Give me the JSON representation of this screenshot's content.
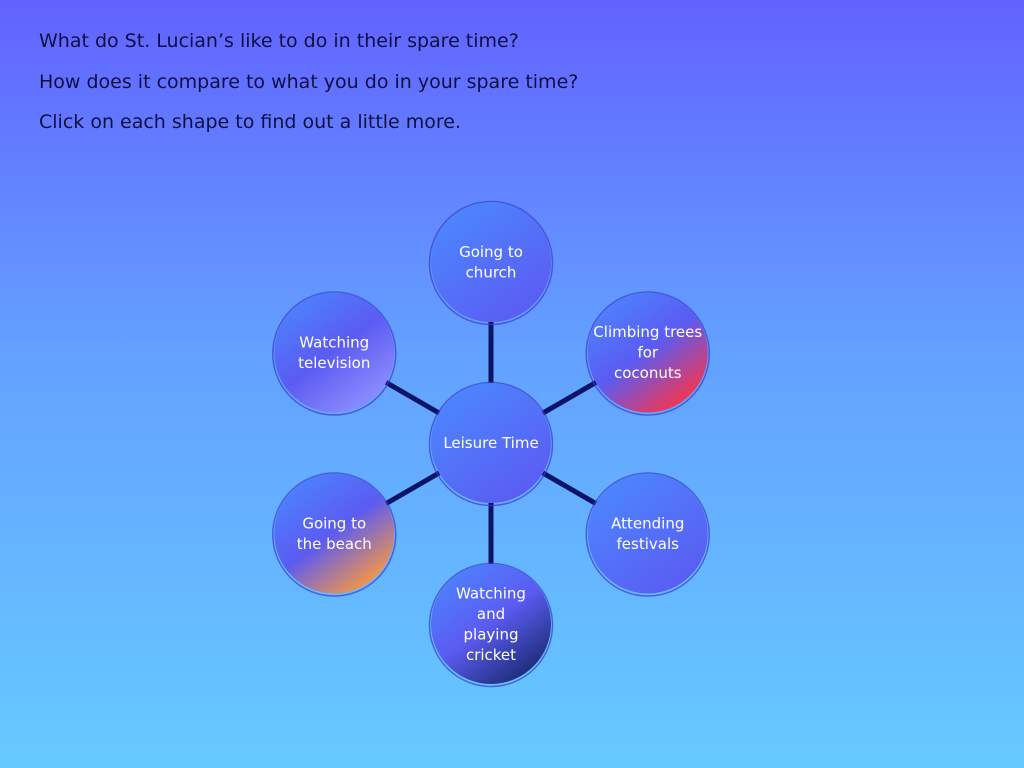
{
  "instructions": [
    "What do St. Lucian’s like to do in their spare time?",
    "How does it compare to what you do in your spare time?",
    "Click on each shape to find out a little more."
  ],
  "diagram": {
    "center": {
      "name": "center-leisure-time",
      "lines": [
        "Leisure Time"
      ]
    },
    "nodes": [
      {
        "name": "node-going-to-church",
        "lines": [
          "Going to",
          "church"
        ],
        "accent": ""
      },
      {
        "name": "node-climbing-trees",
        "lines": [
          "Climbing trees",
          "for",
          "coconuts"
        ],
        "accent": "#ff3344"
      },
      {
        "name": "node-attending-festivals",
        "lines": [
          "Attending",
          "festivals"
        ],
        "accent": ""
      },
      {
        "name": "node-cricket",
        "lines": [
          "Watching",
          "and",
          "playing",
          "cricket"
        ],
        "accent": "#1a2a70"
      },
      {
        "name": "node-going-to-beach",
        "lines": [
          "Going to",
          "the beach"
        ],
        "accent": "#ff9a3c"
      },
      {
        "name": "node-watching-television",
        "lines": [
          "Watching",
          "television"
        ],
        "accent": "#9090ff"
      }
    ],
    "colors": {
      "node_base": "#4a8cff",
      "node_end": "#5b5bf2",
      "connector": "#0b1466"
    }
  }
}
